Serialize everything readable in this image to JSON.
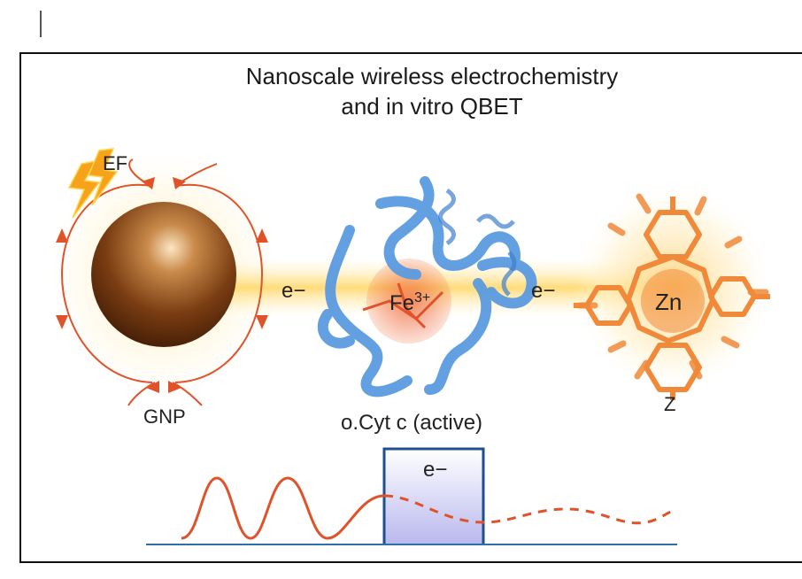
{
  "title_line1": "Nanoscale wireless electrochemistry",
  "title_line2": "and in vitro QBET",
  "labels": {
    "ef": "EF",
    "gnp": "GNP",
    "electron_left": "e−",
    "electron_right": "e−",
    "electron_barrier": "e−",
    "iron": "Fe",
    "iron_charge": "3+",
    "zinc": "Zn",
    "z": "Z",
    "cyt": "o.Cyt c (active)"
  },
  "colors": {
    "field_lines": "#e0522a",
    "sphere": "#7a3d12",
    "protein": "#5b9be0",
    "porphyrin": "#f08a3a",
    "barrier": "#1f4f8f",
    "glow": "#ffe9a8"
  }
}
